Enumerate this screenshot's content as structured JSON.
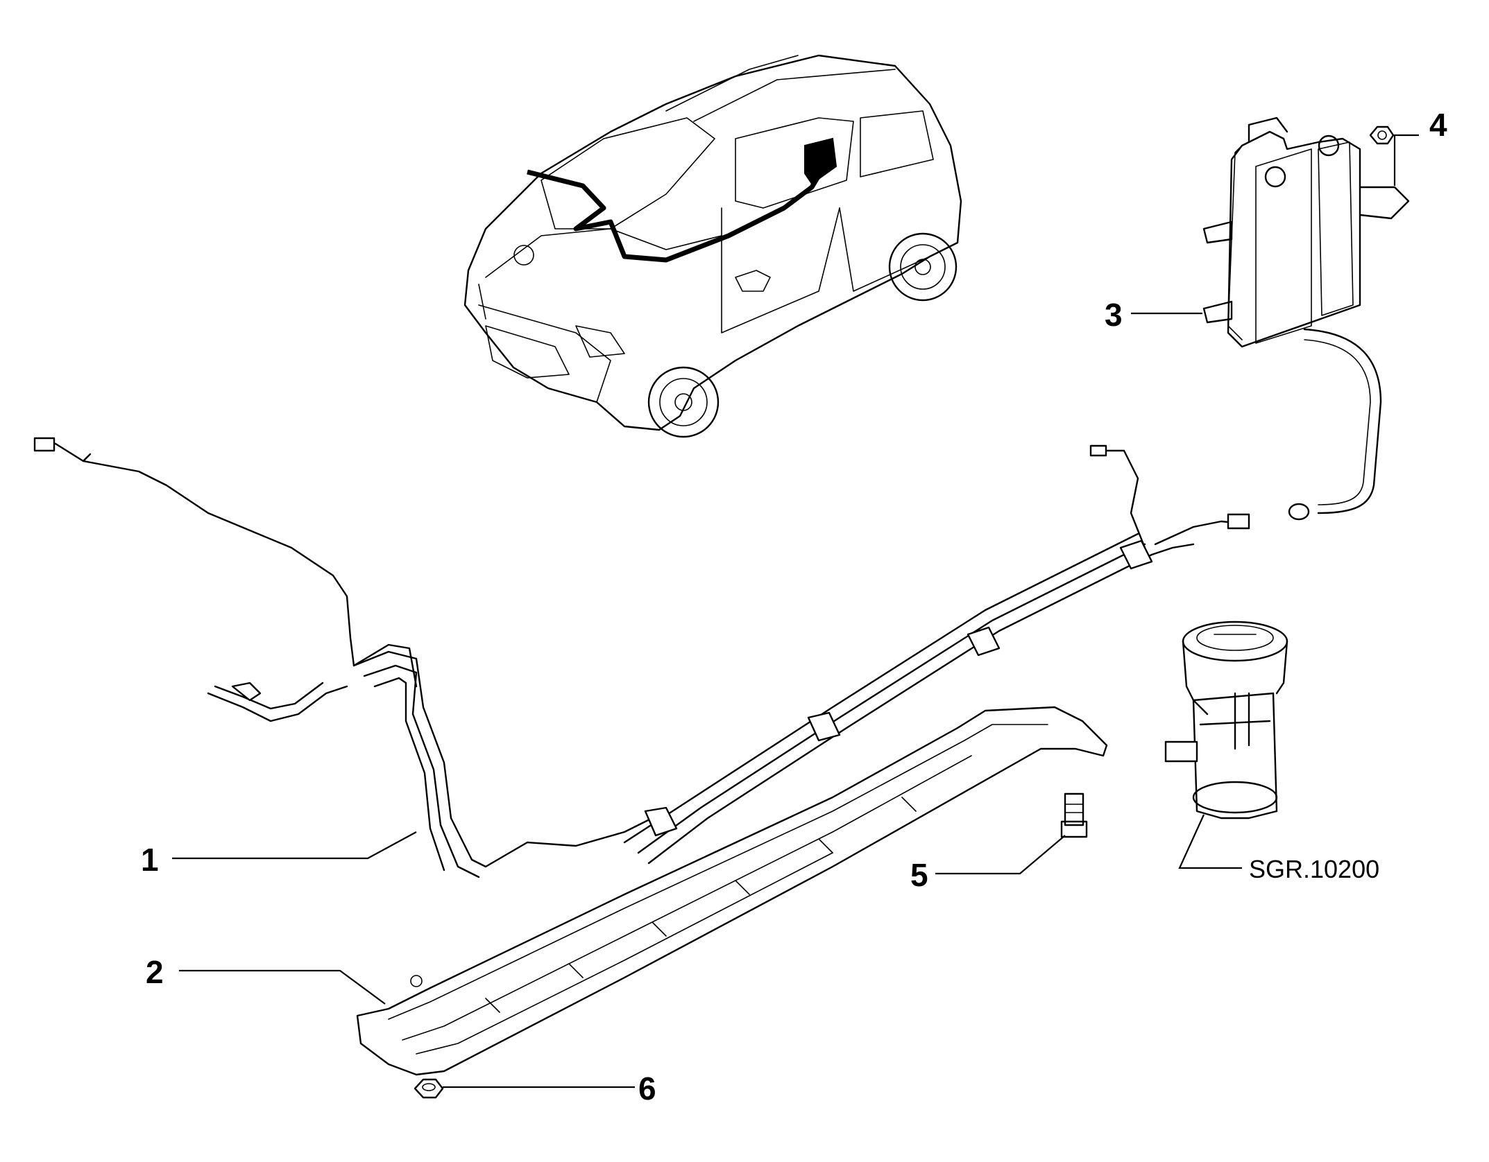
{
  "diagram": {
    "callouts": {
      "c1": "1",
      "c2": "2",
      "c3": "3",
      "c4": "4",
      "c5": "5",
      "c6": "6"
    },
    "reference_code": "SGR.10200"
  }
}
